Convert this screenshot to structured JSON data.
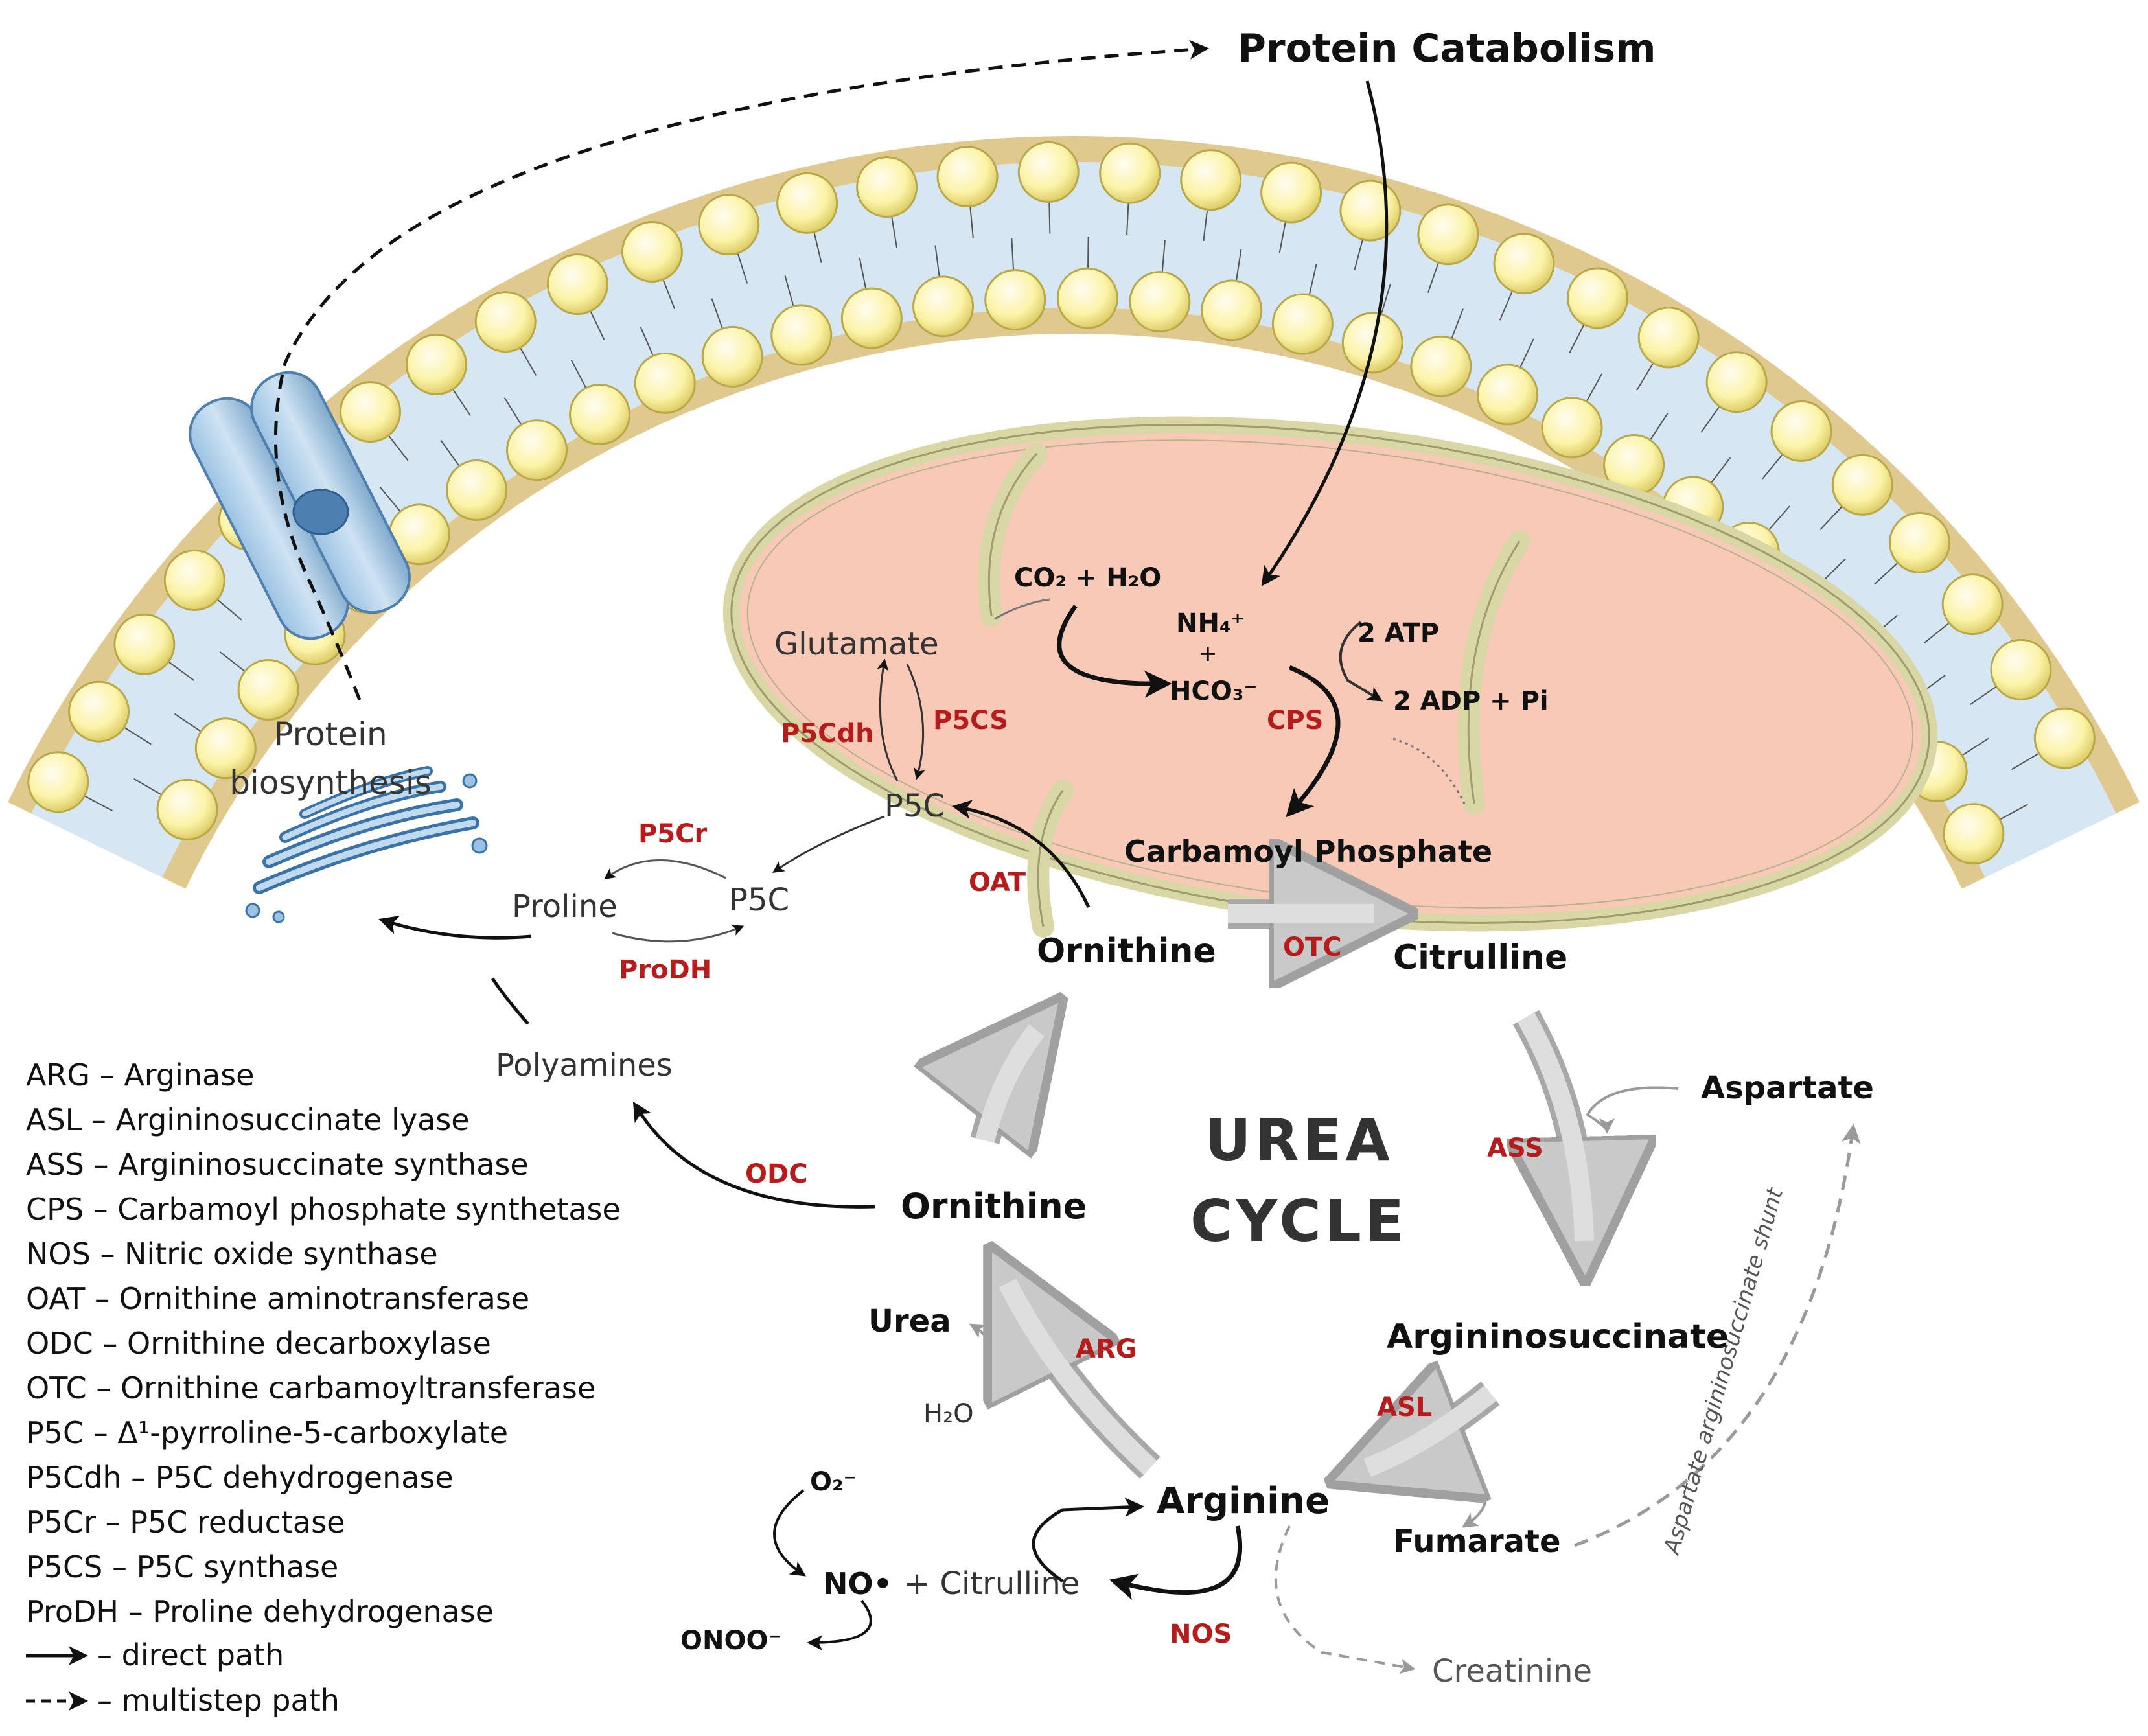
{
  "title": "Protein Catabolism",
  "cycle_label": [
    "UREA",
    "CYCLE"
  ],
  "colors": {
    "enzyme": "#b71c1c",
    "membrane_head": "#fbf3a6",
    "membrane_band": "#d6e6f3",
    "mito_fill": "#f8c9b6",
    "mito_border": "#d9d7a6"
  },
  "labels": {
    "protein_biosynthesis_1": "Protein",
    "protein_biosynthesis_2": "biosynthesis",
    "glutamate": "Glutamate",
    "co2_h2o": "CO₂ + H₂O",
    "nh4": "NH₄⁺",
    "plus": "+",
    "hco3": "HCO₃⁻",
    "atp": "2 ATP",
    "adp": "2 ADP + Pi",
    "p5c_inner": "P5C",
    "p5c_outer": "P5C",
    "proline": "Proline",
    "carbamoyl": "Carbamoyl Phosphate",
    "ornithine_mito": "Ornithine",
    "citrulline_mito": "Citrulline",
    "polyamines": "Polyamines",
    "aspartate": "Aspartate",
    "ornithine": "Ornithine",
    "urea": "Urea",
    "h2o": "H₂O",
    "argininosuccinate": "Argininosuccinate",
    "arginine": "Arginine",
    "fumarate": "Fumarate",
    "o2": "O₂⁻",
    "no": "NO•",
    "citrulline_no": "+ Citrulline",
    "onoo": "ONOO⁻",
    "creatinine": "Creatinine",
    "shunt": "Aspartate argininosuccinate shunt"
  },
  "enzymes": {
    "p5cdh": "P5Cdh",
    "p5cs": "P5CS",
    "cps": "CPS",
    "p5cr": "P5Cr",
    "oat": "OAT",
    "prodh": "ProDH",
    "otc": "OTC",
    "odc": "ODC",
    "ass": "ASS",
    "arg": "ARG",
    "asl": "ASL",
    "nos": "NOS"
  },
  "legend": [
    "ARG – Arginase",
    "ASL – Argininosuccinate lyase",
    "ASS – Argininosuccinate synthase",
    "CPS – Carbamoyl phosphate synthetase",
    "NOS – Nitric oxide synthase",
    "OAT – Ornithine aminotransferase",
    "ODC – Ornithine decarboxylase",
    "OTC – Ornithine carbamoyltransferase",
    "P5C – Δ¹-pyrroline-5-carboxylate",
    "P5Cdh – P5C dehydrogenase",
    "P5Cr – P5C reductase",
    "P5CS – P5C synthase",
    "ProDH – Proline dehydrogenase"
  ],
  "legend_paths": {
    "direct": "– direct path",
    "multistep": "– multistep path"
  }
}
